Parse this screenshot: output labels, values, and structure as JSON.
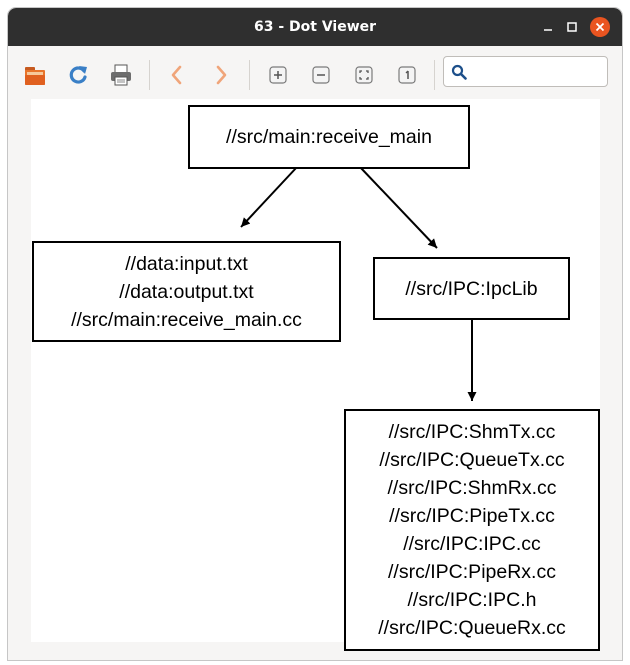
{
  "window": {
    "title": "63 - Dot Viewer"
  },
  "titlebar_buttons": {
    "minimize_icon": "minimize-icon",
    "maximize_icon": "maximize-icon",
    "close_icon": "close-icon",
    "close_color": "#e95420"
  },
  "toolbar": {
    "icons": [
      "open-folder-icon",
      "reload-icon",
      "print-icon",
      "back-arrow-icon",
      "forward-arrow-icon",
      "zoom-in-icon",
      "zoom-out-icon",
      "zoom-fit-icon",
      "zoom-100-icon",
      "search-icon"
    ],
    "search_value": "",
    "search_placeholder": ""
  },
  "graph": {
    "nodes": {
      "receive_main": {
        "lines": [
          "//src/main:receive_main"
        ]
      },
      "data_files": {
        "lines": [
          "//data:input.txt",
          "//data:output.txt",
          "//src/main:receive_main.cc"
        ]
      },
      "ipclib": {
        "lines": [
          "//src/IPC:IpcLib"
        ]
      },
      "ipc_sources": {
        "lines": [
          "//src/IPC:ShmTx.cc",
          "//src/IPC:QueueTx.cc",
          "//src/IPC:ShmRx.cc",
          "//src/IPC:PipeTx.cc",
          "//src/IPC:IPC.cc",
          "//src/IPC:PipeRx.cc",
          "//src/IPC:IPC.h",
          "//src/IPC:QueueRx.cc"
        ]
      }
    },
    "edges": [
      {
        "from": "receive_main",
        "to": "data_files"
      },
      {
        "from": "receive_main",
        "to": "ipclib"
      },
      {
        "from": "ipclib",
        "to": "ipc_sources"
      }
    ]
  }
}
